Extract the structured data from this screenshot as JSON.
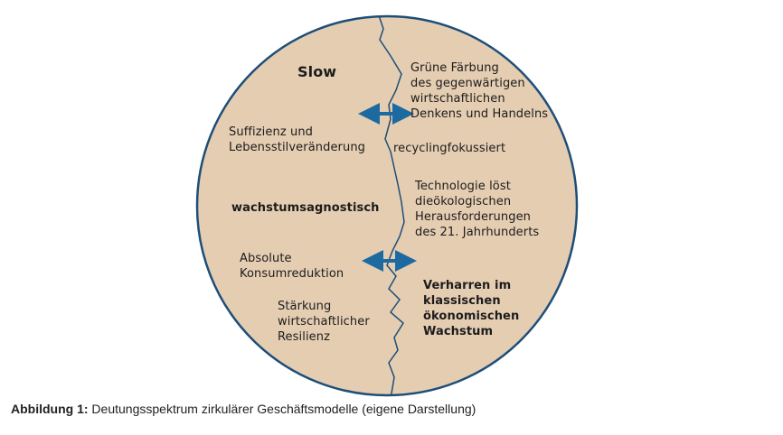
{
  "colors": {
    "circle_fill": "#e5cdb2",
    "circle_stroke": "#1d4e78",
    "divider": "#1d4e78",
    "arrow": "#1d6aa0"
  },
  "left": {
    "heading": "Slow",
    "suffizienz": "Suffizienz und\nLebensstilveränderung",
    "wachstum": "wachstumsagnostisch",
    "absolute": "Absolute\nKonsumreduktion",
    "staerkung": "Stärkung\nwirtschaftlicher\nResilienz"
  },
  "right": {
    "gruene": "Grüne Färbung\ndes gegenwärtigen\nwirtschaftlichen\nDenkens und Handelns",
    "recycling": "recyclingfokussiert",
    "technologie": "Technologie löst\ndieökologischen\nHerausforderungen\ndes 21. Jahrhunderts",
    "verharren": "Verharren im\nklassischen\nökonomischen\nWachstum"
  },
  "caption": {
    "label": "Abbildung 1:",
    "text": " Deutungsspektrum zirkulärer Geschäftsmodelle (eigene Darstellung)"
  }
}
